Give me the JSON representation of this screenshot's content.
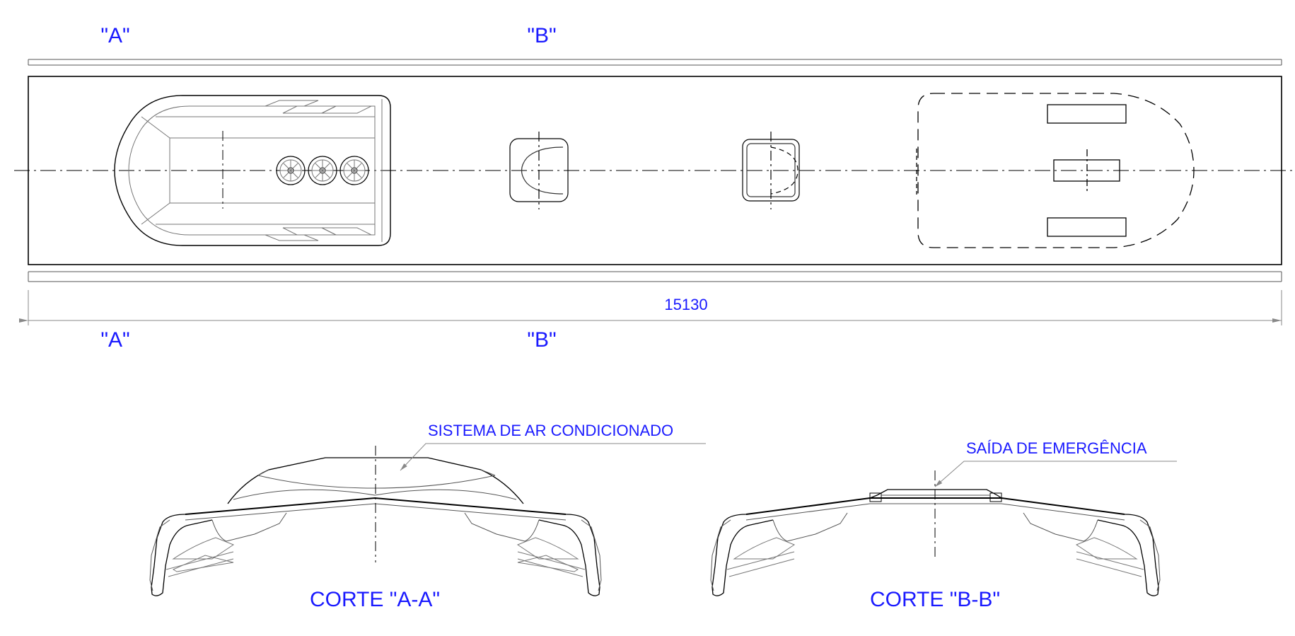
{
  "plan": {
    "section_marks_top": {
      "a": "\"A\"",
      "b": "\"B\""
    },
    "section_marks_bottom": {
      "a": "\"A\"",
      "b": "\"B\""
    },
    "overall_length": "15130"
  },
  "section_a": {
    "callout": "SISTEMA DE AR CONDICIONADO",
    "title": "CORTE \"A-A\""
  },
  "section_b": {
    "callout": "SAÍDA DE EMERGÊNCIA",
    "title": "CORTE \"B-B\""
  },
  "colors": {
    "annotation": "#1a1aff",
    "linework": "#000000",
    "detail": "#555555"
  }
}
